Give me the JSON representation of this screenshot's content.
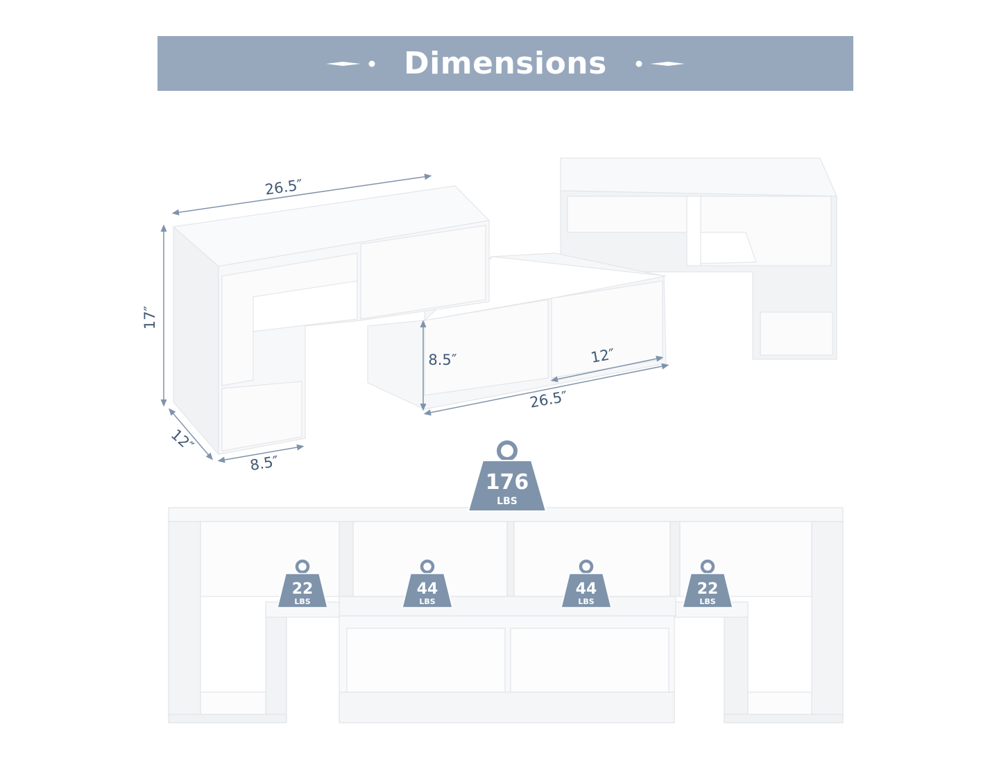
{
  "banner": {
    "title": "Dimensions"
  },
  "dimensions": {
    "top_width": "26.5″",
    "height": "17″",
    "depth": "12″",
    "cube_width": "8.5″",
    "cube_height": "8.5″",
    "mid_width": "12″",
    "bottom_width": "26.5″"
  },
  "weights": {
    "total": {
      "value": "176",
      "unit": "LBS"
    },
    "shelf1": {
      "value": "22",
      "unit": "LBS"
    },
    "shelf2": {
      "value": "44",
      "unit": "LBS"
    },
    "shelf3": {
      "value": "44",
      "unit": "LBS"
    },
    "shelf4": {
      "value": "22",
      "unit": "LBS"
    }
  },
  "colors": {
    "banner": "#97a8bd",
    "accent": "#7f93ab",
    "dim_text": "#3f5873"
  }
}
